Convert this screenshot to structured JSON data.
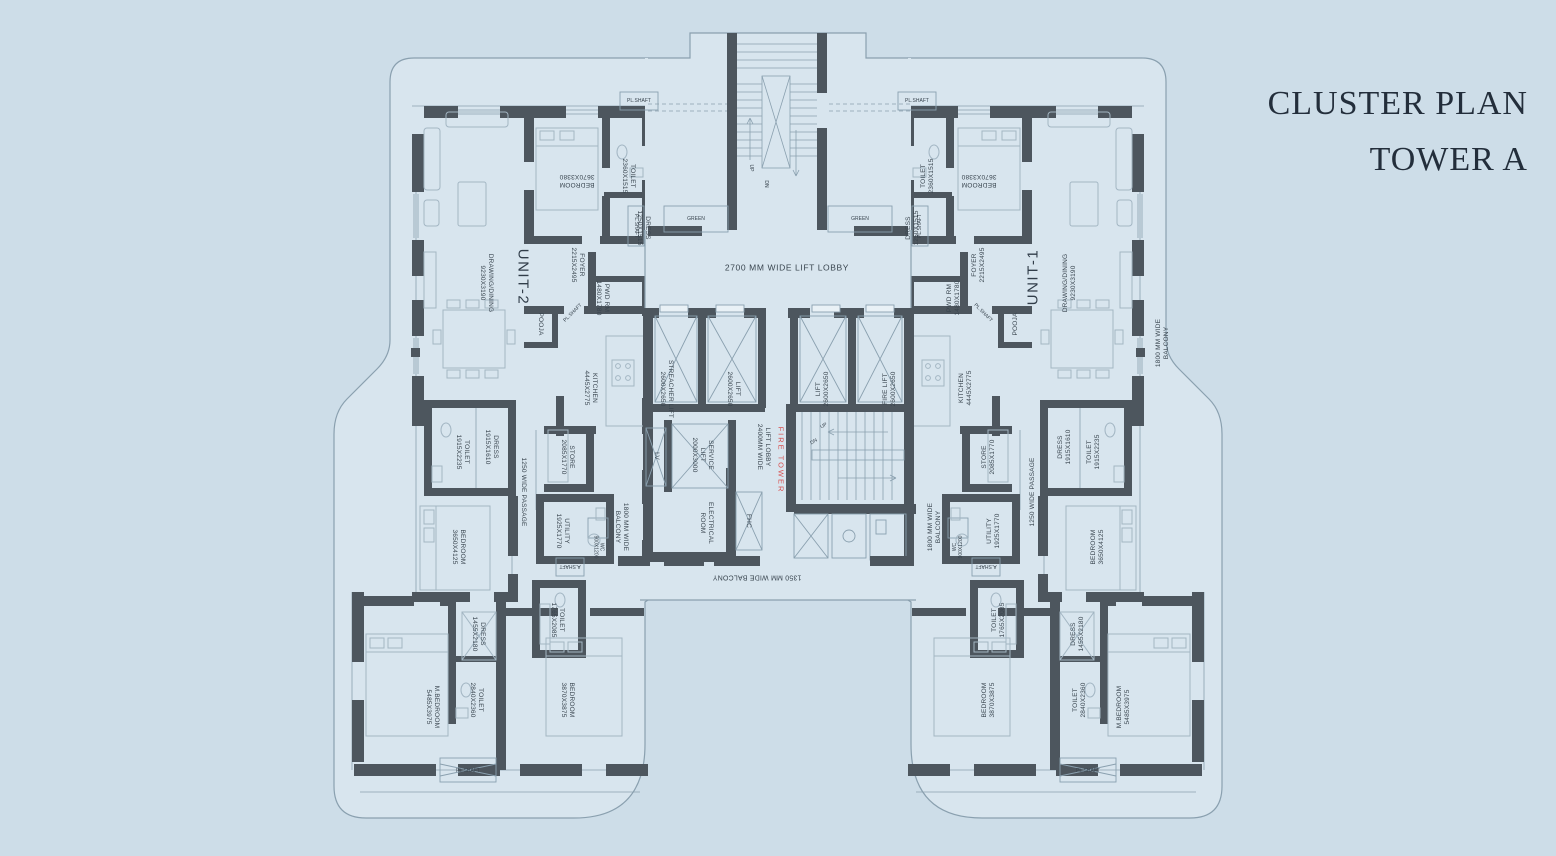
{
  "title": {
    "line1": "CLUSTER PLAN",
    "line2": "TOWER A"
  },
  "units": {
    "unit1": "UNIT-1",
    "unit2": "UNIT-2"
  },
  "colors": {
    "background": "#cddde8",
    "floor": "#d8e5ee",
    "wall": "#4d565e",
    "line": "#8aa0af",
    "fire_red": "#d84f4f",
    "text": "#39454f"
  },
  "labels": {
    "lift_lobby": "2700 MM WIDE LIFT LOBBY",
    "streacher_lift": "STREACHER LIFT\n2600X2650",
    "lift": "LIFT\n2600X2650",
    "fire_lift": "FIRE LIFT\n2600X2650",
    "lv": "LV",
    "service_lift": "SERVICE\nLIFT\n2000X3000",
    "lift_lobby_mid": "LIFT LOBBY\n2400MM WIDE",
    "fire_tower": "FIRE TOWER",
    "electrical_room": "ELECTRICAL\nROOM",
    "fhc": "FHC",
    "balcony_1350": "1350 MM WIDE BALCONY",
    "balcony_1800": "1800 MM WIDE\nBALCONY",
    "green": "GREEN",
    "up": "UP",
    "dn": "DN",
    "pl_shaft": "PL.SHAFT",
    "a_shaft": "A.SHAFT",
    "bedroom_top": "BEDROOM\n3670X3380",
    "toilet_top": "TOILET\n2360X1515",
    "dress_top": "DRESS\n1250X1515",
    "drawing_dining": "DRAWING/DINING\n9230X3190",
    "foyer": "FOYER\n2215X2495",
    "pwd_rm": "PWD RM\n1480X1780",
    "pooja": "POOJA",
    "kitchen": "KITCHEN\n4445X2775",
    "store": "STORE\n2085X1770",
    "toilet_mid": "TOILET\n1915X2235",
    "dress_mid": "DRESS\n1915X1610",
    "passage": "1250 WIDE PASSAGE",
    "bedroom_mid": "BEDROOM\n3650X4125",
    "utility": "UTILITY\n1925X1770",
    "wc": "WC\n900X1200",
    "toilet_low": "TOILET\n1765X2085",
    "dress_low": "DRESS\n1455X2180",
    "m_bedroom": "M.BEDROOM\n5485X3975",
    "toilet_m": "TOILET\n2840X2360",
    "bedroom_bot": "BEDROOM\n3870X3875"
  }
}
